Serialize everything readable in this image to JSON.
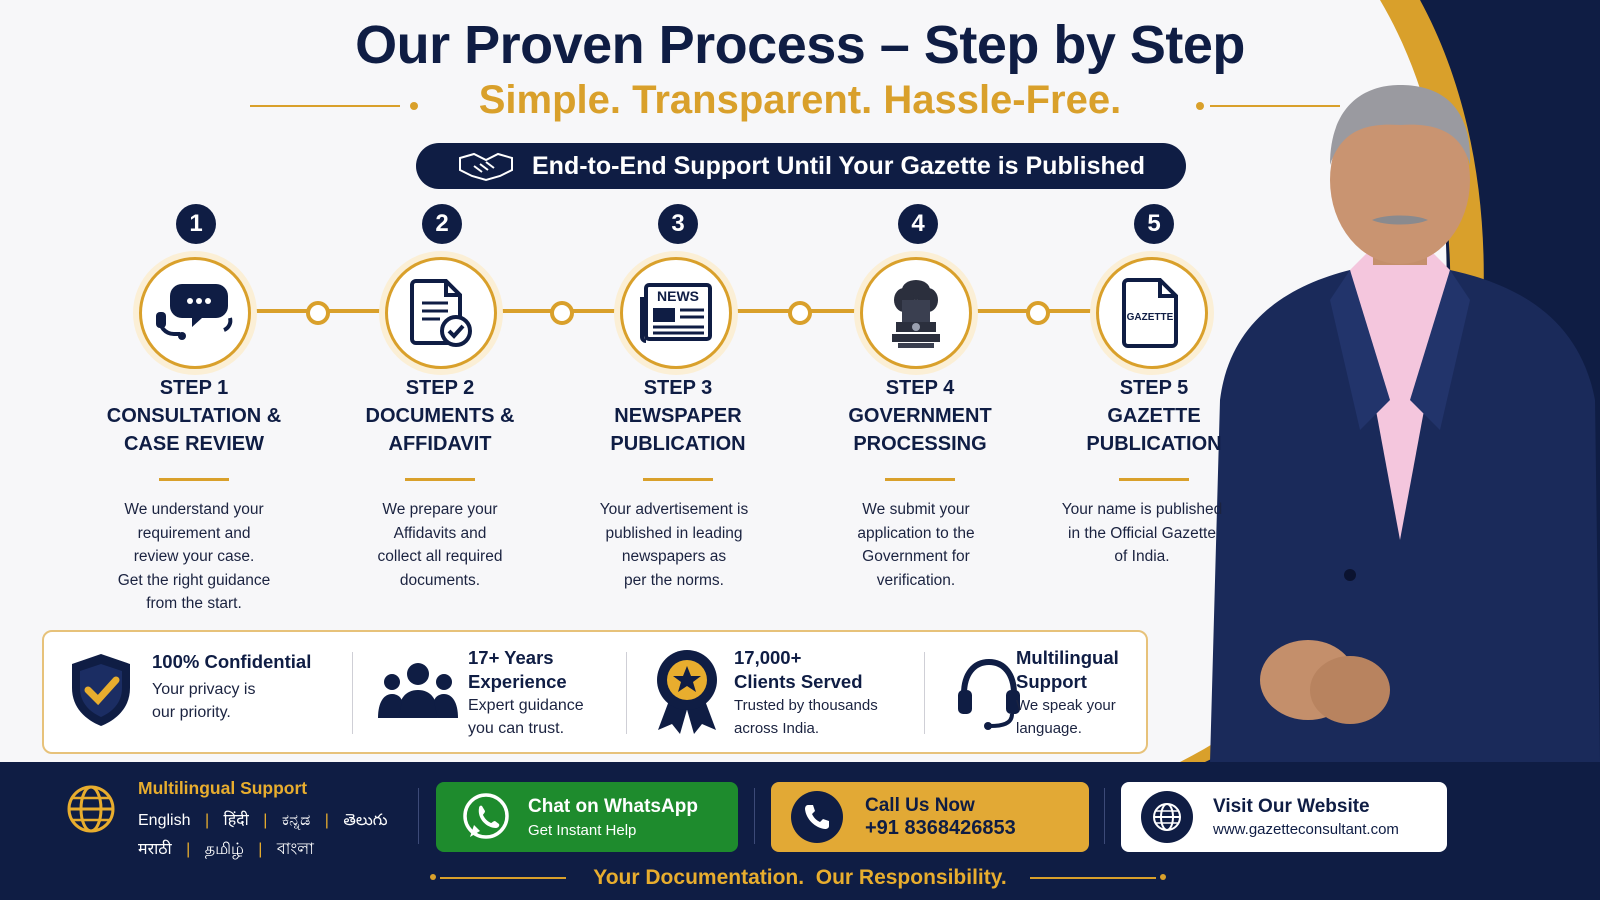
{
  "header": {
    "title": "Our Proven Process – Step by Step",
    "subtitle": "Simple. Transparent. Hassle-Free.",
    "support_banner": "End-to-End Support Until Your Gazette is Published"
  },
  "steps": [
    {
      "number": "1",
      "label": "STEP 1",
      "title_line1": "CONSULTATION &",
      "title_line2": "CASE REVIEW",
      "desc": [
        "We understand your",
        "requirement and",
        "review your case.",
        "Get the right guidance",
        "from the start."
      ],
      "icon": "chat-support-icon"
    },
    {
      "number": "2",
      "label": "STEP 2",
      "title_line1": "DOCUMENTS &",
      "title_line2": "AFFIDAVIT",
      "desc": [
        "We prepare your",
        "Affidavits and",
        "collect all required",
        "documents."
      ],
      "icon": "document-check-icon"
    },
    {
      "number": "3",
      "label": "STEP 3",
      "title_line1": "NEWSPAPER",
      "title_line2": "PUBLICATION",
      "desc": [
        "Your advertisement is",
        "published in leading",
        "newspapers as",
        "per the norms."
      ],
      "icon": "newspaper-icon",
      "icon_text": "NEWS"
    },
    {
      "number": "4",
      "label": "STEP 4",
      "title_line1": "GOVERNMENT",
      "title_line2": "PROCESSING",
      "desc": [
        "We submit your",
        "application to the",
        "Government for",
        "verification."
      ],
      "icon": "national-emblem-icon"
    },
    {
      "number": "5",
      "label": "STEP 5",
      "title_line1": "GAZETTE",
      "title_line2": "PUBLICATION",
      "desc": [
        "Your name is published",
        "in the Official Gazette",
        "of India."
      ],
      "icon": "gazette-document-icon",
      "icon_text": "GAZETTE"
    }
  ],
  "features": [
    {
      "title_lines": [
        "100% Confidential"
      ],
      "desc_lines": [
        "Your privacy is",
        "our priority."
      ],
      "icon": "shield-check-icon"
    },
    {
      "title_lines": [
        "17+ Years",
        "Experience"
      ],
      "desc_lines": [
        "Expert guidance",
        "you can trust."
      ],
      "icon": "team-icon"
    },
    {
      "title_lines": [
        "17,000+",
        "Clients Served"
      ],
      "desc_lines": [
        "Trusted by thousands",
        "across India."
      ],
      "icon": "award-badge-icon"
    },
    {
      "title_lines": [
        "Multilingual",
        "Support"
      ],
      "desc_lines": [
        "We speak your",
        "language."
      ],
      "icon": "headset-icon"
    }
  ],
  "footer": {
    "multilingual_title": "Multilingual Support",
    "languages_row1": [
      "English",
      "हिंदी",
      "ಕನ್ನಡ",
      "తెలుగు"
    ],
    "languages_row2": [
      "मराठी",
      "தமிழ்",
      "বাংলা"
    ],
    "whatsapp": {
      "title": "Chat on WhatsApp",
      "subtitle": "Get Instant Help"
    },
    "call": {
      "title": "Call Us Now",
      "subtitle": "+91 8368426853"
    },
    "website": {
      "title": "Visit Our Website",
      "subtitle": "www.gazetteconsultant.com"
    },
    "tagline": "Your Documentation.  Our Responsibility."
  },
  "colors": {
    "navy": "#0f1d44",
    "gold": "#d9a02b",
    "green": "#1e8b2d",
    "background": "#f7f7f9"
  }
}
